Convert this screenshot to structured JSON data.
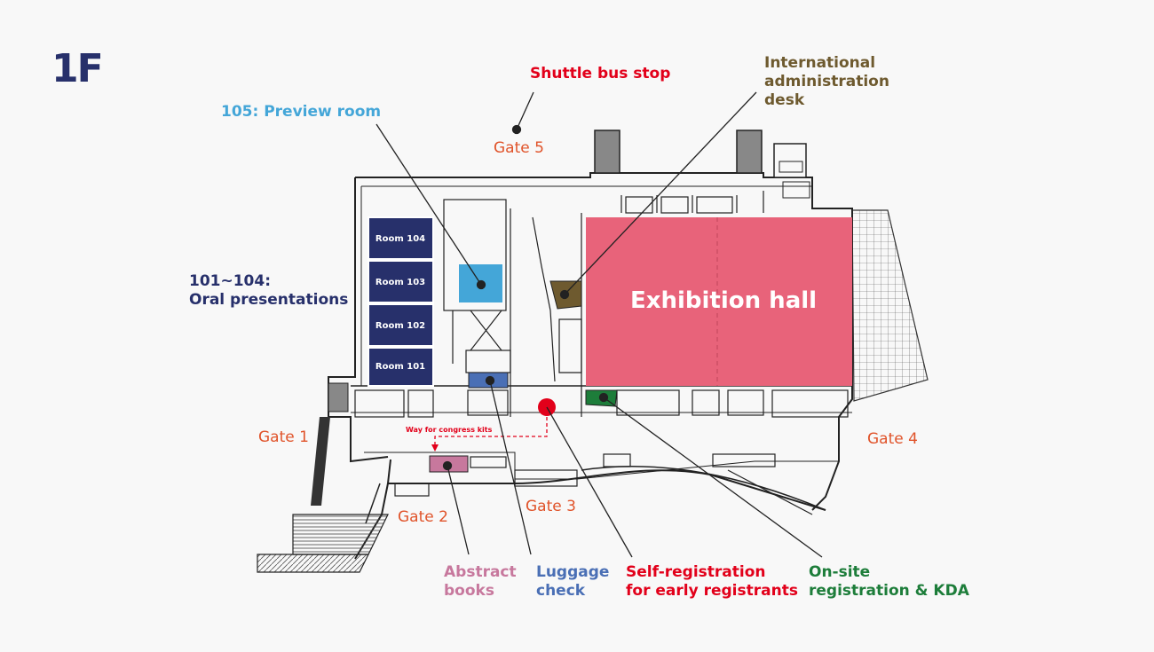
{
  "floor": "1F",
  "colors": {
    "presentation": "#27306b",
    "preview": "#44a6d8",
    "admin": "#6e5a2f",
    "exhibition": "#e8637a",
    "abstract": "#c7789d",
    "luggage": "#4a6fb5",
    "self_reg": "#e2001a",
    "onsite": "#1d7d3a",
    "gate": "#e0532a"
  },
  "labels": {
    "shuttle": "Shuttle bus stop",
    "admin_line1": "International",
    "admin_line2": "administration",
    "admin_line3": "desk",
    "preview": "105: Preview room",
    "oral_line1": "101~104:",
    "oral_line2": "Oral presentations",
    "abstract_line1": "Abstract",
    "abstract_line2": "books",
    "luggage_line1": "Luggage",
    "luggage_line2": "check",
    "selfreg_line1": "Self-registration",
    "selfreg_line2": "for early registrants",
    "onsite_line1": "On-site",
    "onsite_line2": "registration & KDA",
    "way": "Way for congress kits"
  },
  "gates": {
    "gate1": "Gate 1",
    "gate2": "Gate 2",
    "gate3": "Gate 3",
    "gate4": "Gate 4",
    "gate5": "Gate 5"
  },
  "rooms": {
    "r104": "Room 104",
    "r103": "Room 103",
    "r102": "Room 102",
    "r101": "Room 101",
    "hall": "Exhibition hall"
  }
}
